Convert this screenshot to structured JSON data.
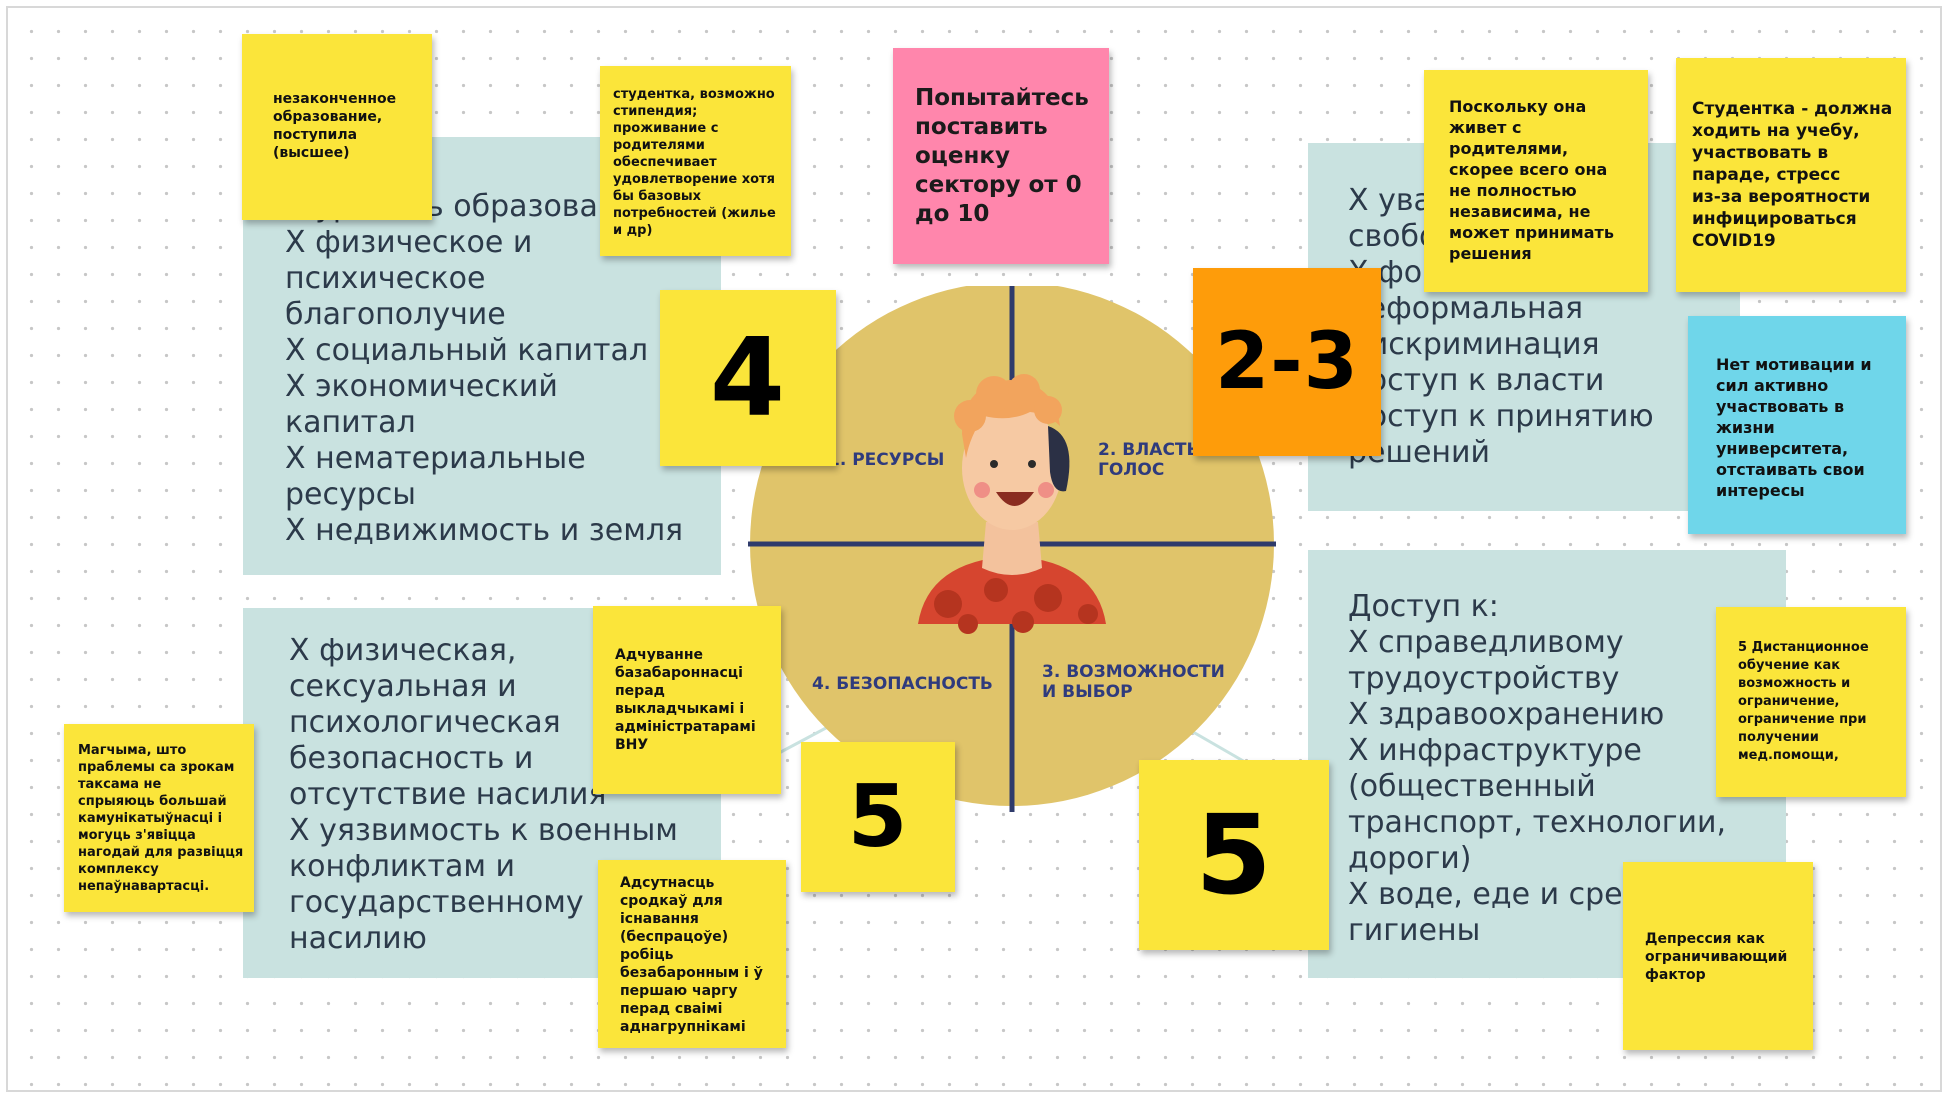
{
  "panels": {
    "top_left": [
      "Х уровень образования",
      "Х физическое и",
      "психическое",
      "благополучие",
      "Х социальный капитал",
      "Х экономический",
      "капитал",
      "Х нематериальные",
      "ресурсы",
      "Х недвижимость и земля"
    ],
    "top_right": [
      "Х уважение",
      "свободы",
      "Х формальная",
      "неформальная",
      "дискриминация",
      "доступ к власти",
      "доступ к принятию",
      "решений"
    ],
    "bottom_left": [
      "Х физическая,",
      "сексуальная и",
      "психологическая",
      "безопасность и",
      "отсутствие насилия",
      "Х уязвимость к военным",
      "конфликтам и",
      "государственному",
      "насилию"
    ],
    "bottom_right": [
      "Доступ к:",
      "Х справедливому",
      "трудоустройству",
      "Х здравоохранению",
      "Х инфраструктуре",
      "(общественный",
      "транспорт, технологии,",
      "дороги)",
      "Х воде, еде и среде",
      "гигиены"
    ]
  },
  "wheel": {
    "sectors": {
      "resources": "1. РЕСУРСЫ",
      "power_1": "2. ВЛАСТЬ И",
      "power_2": "ГОЛОС",
      "safety": "4. БЕЗОПАСНОСТЬ",
      "opp_1": "3. ВОЗМОЖНОСТИ",
      "opp_2": "И ВЫБОР"
    },
    "colors": {
      "disk": "#e0c46a",
      "axes": "#2f3b6b",
      "label": "#2f3b7d"
    }
  },
  "scores": {
    "resources": "4",
    "power": "2-3",
    "safety": "5",
    "opportunities": "5"
  },
  "stickies": {
    "education": [
      "незаконченное",
      "образование,",
      "поступила",
      "(высшее)"
    ],
    "student": [
      "студентка, возможно",
      "стипендия;",
      "проживание с",
      "родителями",
      "обеспечивает",
      "удовлетворение хотя",
      "бы базовых",
      "потребностей (жилье",
      "и др)"
    ],
    "instruction": [
      "Попытайтесь",
      "поставить",
      "оценку",
      "сектору от 0",
      "до 10"
    ],
    "parents": [
      "Поскольку она",
      "живет с",
      "родителями,",
      "скорее всего она",
      "не полностью",
      "независима, не",
      "может принимать",
      "решения"
    ],
    "covid": [
      "Студентка - должна",
      "ходить на учебу,",
      "участвовать в",
      "параде, стресс",
      "из-за вероятности",
      "инфицироваться",
      "COVID19"
    ],
    "motivation": [
      "Нет мотивации и",
      "сил активно",
      "участвовать в",
      "жизни",
      "университета,",
      "отстаивать свои",
      "интересы"
    ],
    "distance": [
      "5 Дистанционное",
      "обучение как",
      "возможность и",
      "ограничение,",
      "ограничение при",
      "получении",
      "мед.помощи,"
    ],
    "anxiety": [
      "Адчуванне",
      "базабароннасці",
      "перад",
      "выкладчыкамі і",
      "адміністратарамі",
      "ВНУ"
    ],
    "communication": [
      "Магчыма, што",
      "праблемы са зрокам",
      "таксама не",
      "спрыяюць большай",
      "камунікатыўнасці і",
      "могуць з'явіцца",
      "нагодай для развіцця",
      "комплексу",
      "непаўнавартасці."
    ],
    "means": [
      "Адсутнасць",
      "сродкаў для",
      "існавання",
      "(беспрацоўе)",
      "робіць",
      "безабаронным і ў",
      "першаю чаргу",
      "перад сваімі",
      "аднагрупнікамі"
    ],
    "depression": [
      "Депрессия как",
      "ограничивающий",
      "фактор"
    ]
  }
}
